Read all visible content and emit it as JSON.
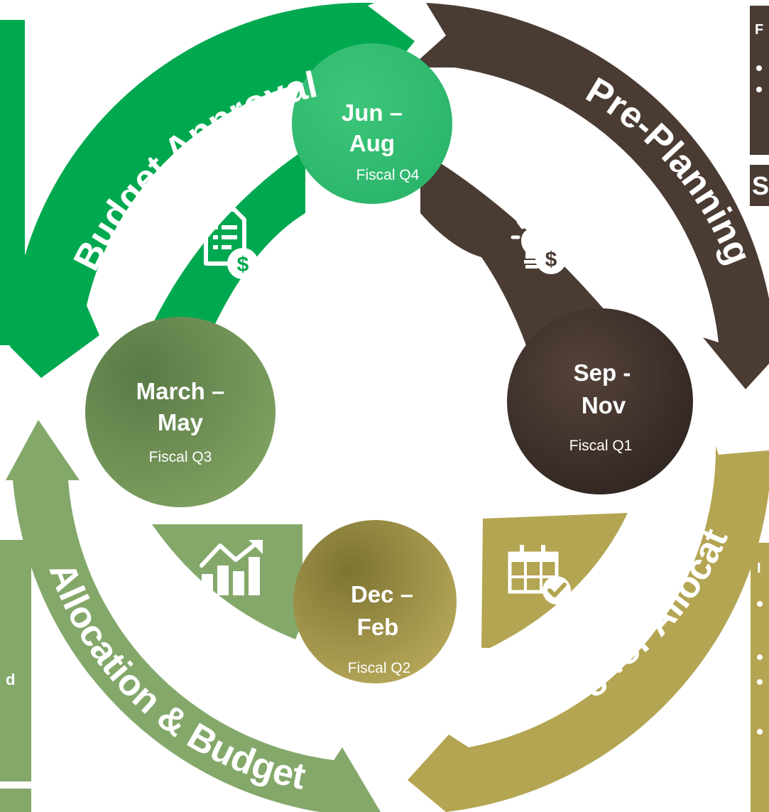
{
  "colors": {
    "budget_approval": "#00a84f",
    "pre_planning": "#4a3b33",
    "planning_allocation": "#b3a552",
    "allocation_budget": "#84a86a"
  },
  "arcs": {
    "budget_approval": "Budget Approval",
    "pre_planning": "Pre-Planning",
    "planning_allocation": "Planning for Allocation",
    "allocation_budget": "Allocation & Budget"
  },
  "quarters": {
    "q4": {
      "line1": "Jun –",
      "line2": "Aug",
      "fiscal": "Fiscal Q4"
    },
    "q1": {
      "line1": "Sep -",
      "line2": "Nov",
      "fiscal": "Fiscal Q1"
    },
    "q2": {
      "line1": "Dec –",
      "line2": "Feb",
      "fiscal": "Fiscal Q2"
    },
    "q3": {
      "line1": "March –",
      "line2": "May",
      "fiscal": "Fiscal Q3"
    }
  },
  "icons": {
    "budget_document": "document-dollar-icon",
    "idea_money": "lightbulb-dollar-icon",
    "calendar_check": "calendar-check-icon",
    "growth_chart": "bar-chart-growth-icon"
  },
  "side_panels": {
    "top_right_label": "F",
    "top_right_box": "S",
    "bottom_right_label": "I",
    "bottom_left_char": "d"
  }
}
